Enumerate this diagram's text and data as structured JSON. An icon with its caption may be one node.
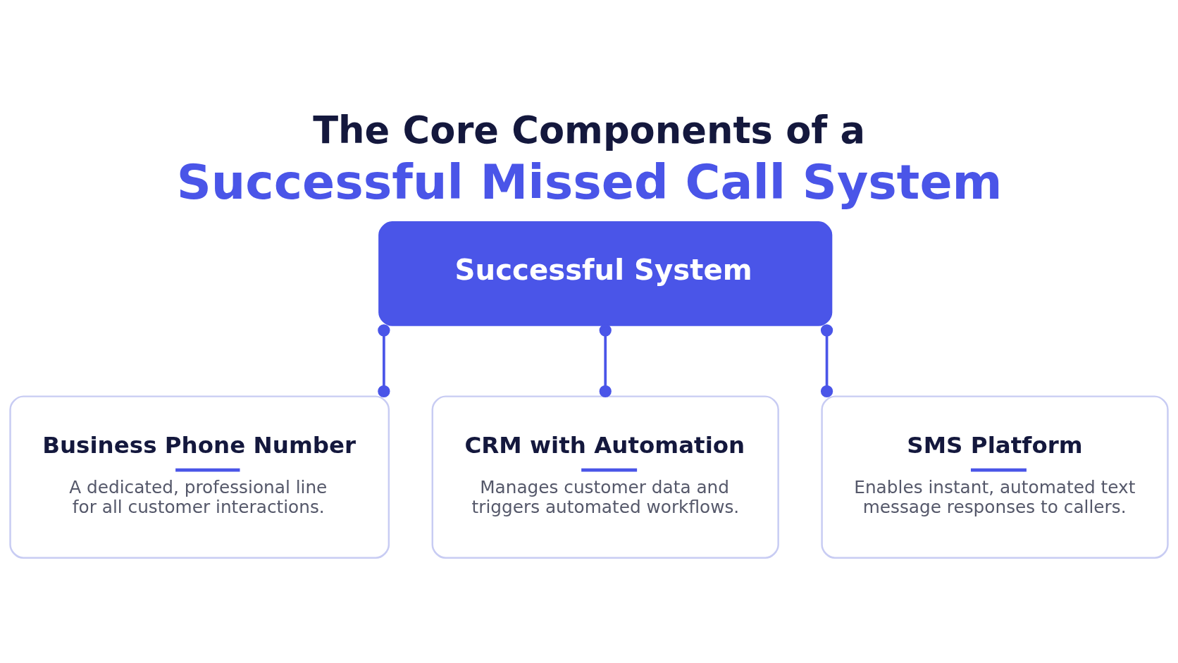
{
  "diagram": {
    "title": "The Core Components of a Successful Missed Call System",
    "nodes": [
      {
        "text": [
          "Successful System"
        ]
      },
      {
        "text": [
          "Business Phone Number",
          "A dedicated, professional line for all customer interactions."
        ]
      },
      {
        "text": [
          "CRM with Automation",
          "Manages customer data and triggers automated workflows."
        ]
      },
      {
        "text": [
          "SMS Platform",
          "Enables instant, automated text message responses to callers."
        ]
      }
    ],
    "edges": [
      {
        "from": 0,
        "to": 1,
        "arrow": "other"
      },
      {
        "from": 0,
        "to": 2,
        "arrow": "other"
      },
      {
        "from": 0,
        "to": 3,
        "arrow": "other"
      }
    ]
  }
}
